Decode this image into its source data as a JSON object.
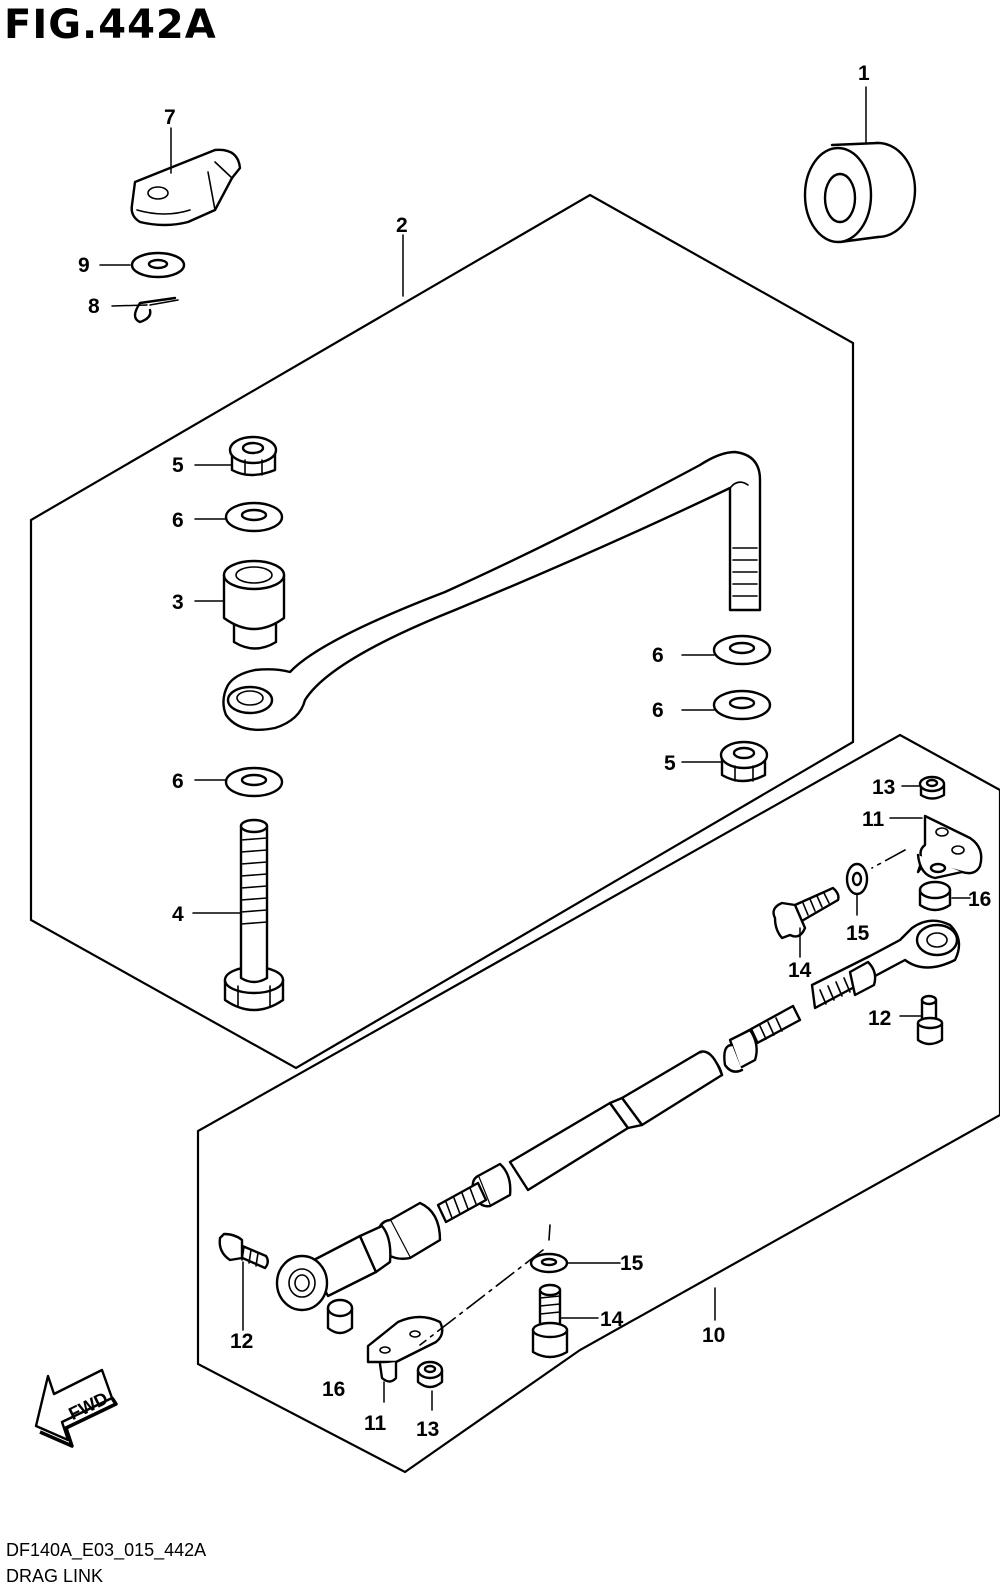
{
  "header": {
    "title": "FIG.442A"
  },
  "footer": {
    "code": "DF140A_E03_015_442A",
    "name": "DRAG LINK"
  },
  "fwd_label": "FWD",
  "callouts": {
    "c1": "1",
    "c2": "2",
    "c3": "3",
    "c4": "4",
    "c5a": "5",
    "c5b": "5",
    "c6a": "6",
    "c6b": "6",
    "c6c": "6",
    "c6d": "6",
    "c7": "7",
    "c8": "8",
    "c9": "9",
    "c10": "10",
    "c11a": "11",
    "c11b": "11",
    "c12a": "12",
    "c12b": "12",
    "c13a": "13",
    "c13b": "13",
    "c14a": "14",
    "c14b": "14",
    "c15a": "15",
    "c15b": "15",
    "c16a": "16",
    "c16b": "16"
  }
}
